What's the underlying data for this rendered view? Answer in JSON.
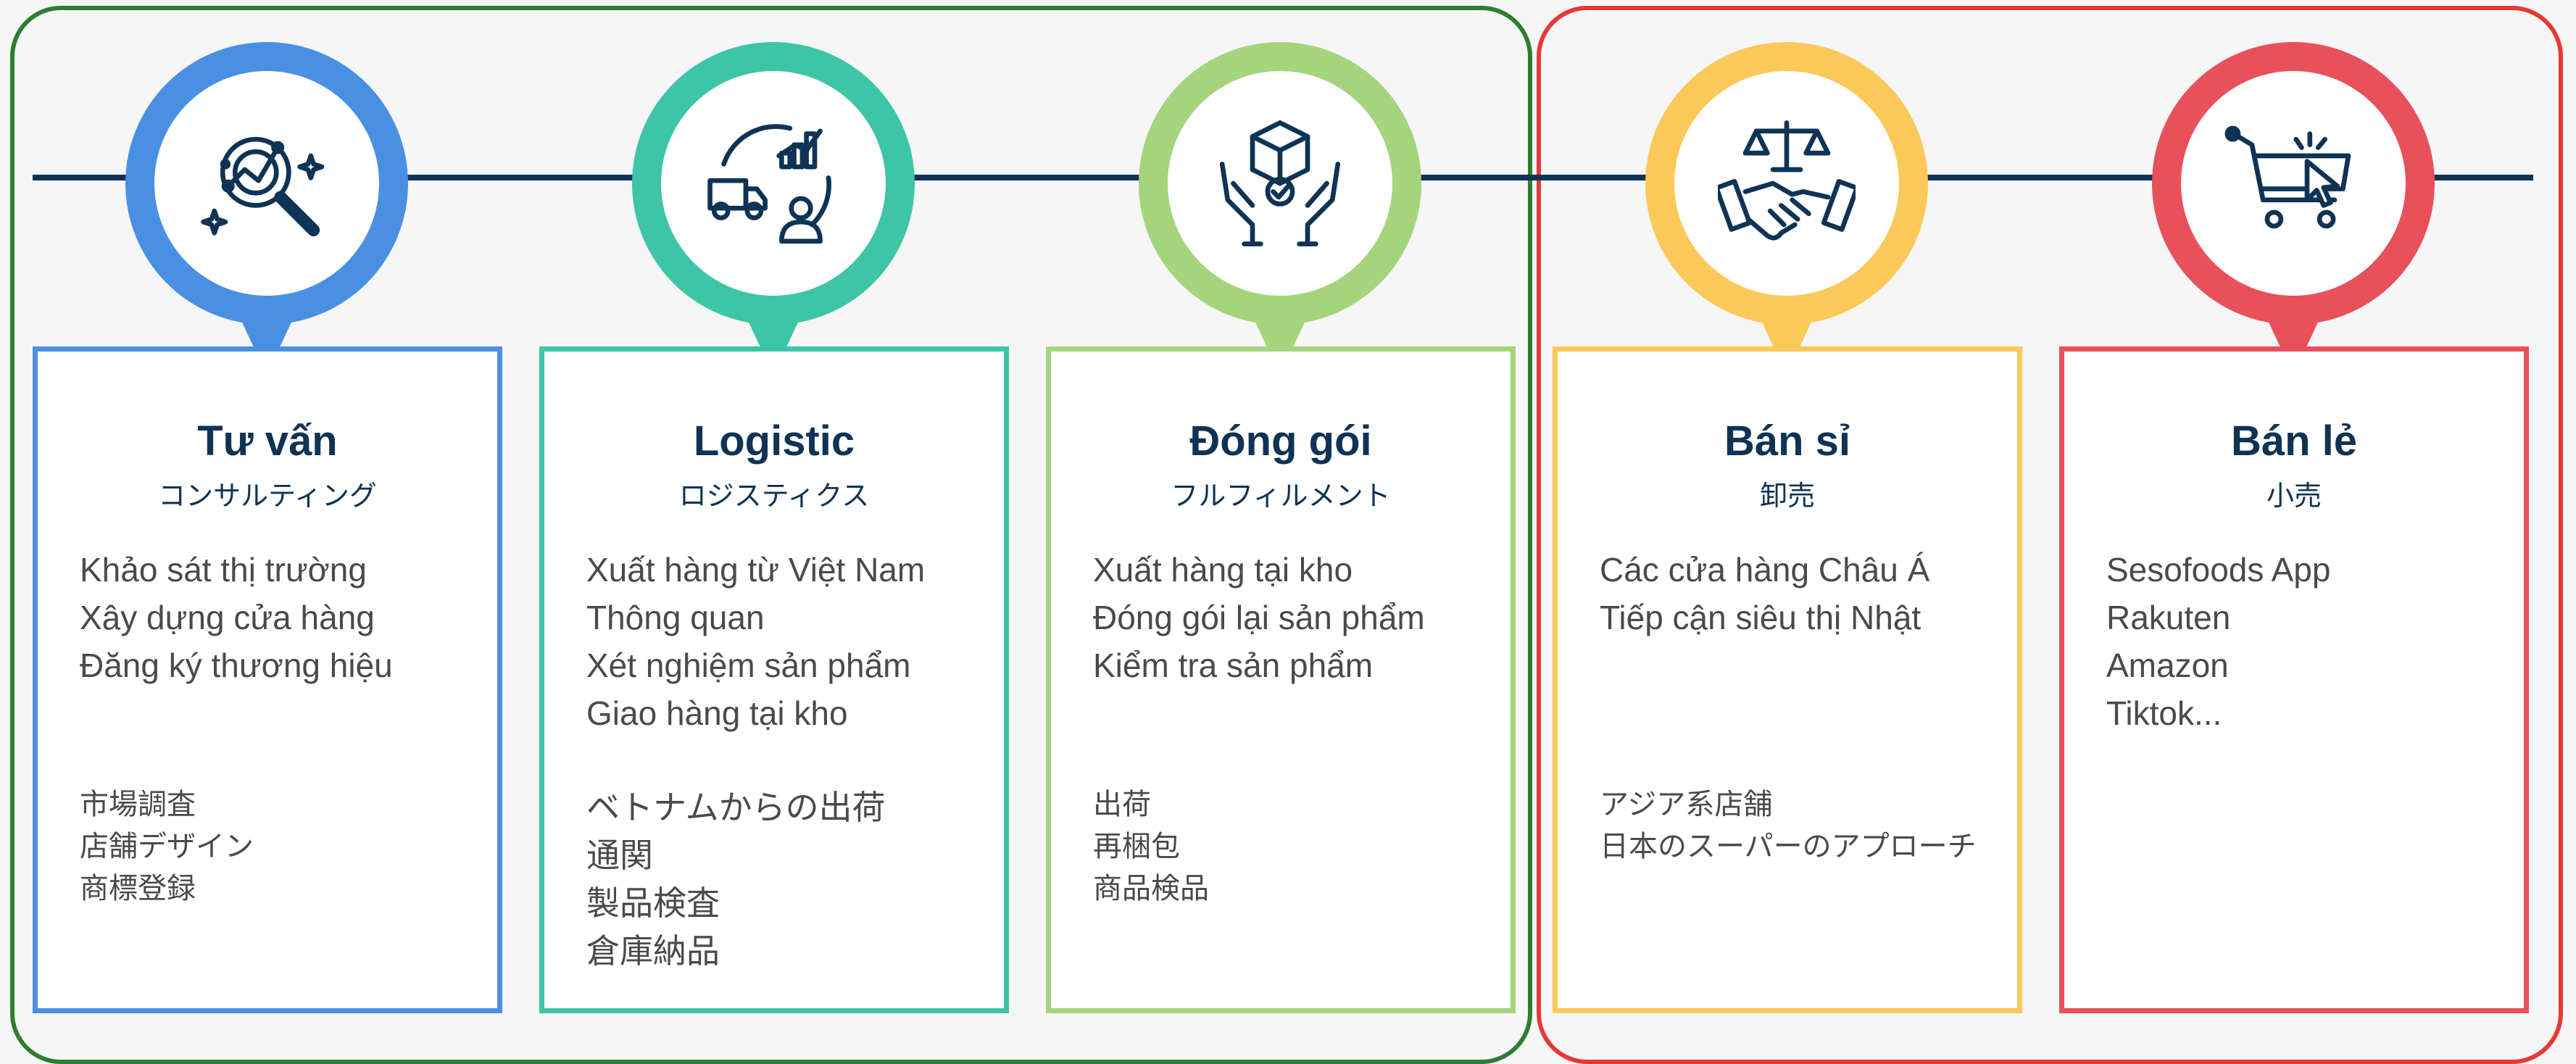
{
  "colors": {
    "left_group_border": "#2e7d32",
    "right_group_border": "#e53935",
    "timeline": "#0f3354",
    "title_text": "#0f3354",
    "body_text": "#4a4a4a"
  },
  "steps": [
    {
      "icon": "consulting-magnifier-icon",
      "color": "#4a90e2",
      "title": "Tư vấn",
      "subtitle": "コンサルティング",
      "items_vi": [
        "Khảo sát thị trường",
        "Xây dựng cửa hàng",
        "Đăng ký thương hiệu"
      ],
      "items_ja": [
        "市場調査",
        "店舗デザイン",
        "商標登録"
      ]
    },
    {
      "icon": "logistics-truck-icon",
      "color": "#3ec5a5",
      "title": "Logistic",
      "subtitle": "ロジスティクス",
      "items_vi": [
        "Xuất hàng từ Việt Nam",
        "Thông quan",
        "Xét nghiệm sản phẩm",
        "Giao hàng tại kho"
      ],
      "items_ja": [
        "ベトナムからの出荷",
        "通関",
        "製品検査",
        "倉庫納品"
      ]
    },
    {
      "icon": "packaging-box-hands-icon",
      "color": "#a5d47c",
      "title": "Đóng gói",
      "subtitle": "フルフィルメント",
      "items_vi": [
        "Xuất hàng tại kho",
        "Đóng gói lại sản phẩm",
        "Kiểm tra sản phẩm"
      ],
      "items_ja": [
        "出荷",
        "再梱包",
        "商品検品"
      ]
    },
    {
      "icon": "wholesale-handshake-icon",
      "color": "#fbc85a",
      "title": "Bán sỉ",
      "subtitle": "卸売",
      "items_vi": [
        "Các cửa hàng Châu Á",
        "Tiếp cận siêu thị Nhật"
      ],
      "items_ja": [
        "アジア系店舗",
        "日本のスーパーのアプローチ"
      ]
    },
    {
      "icon": "retail-cart-icon",
      "color": "#e8505b",
      "title": "Bán lẻ",
      "subtitle": "小売",
      "items_vi": [
        "Sesofoods App",
        "Rakuten",
        "Amazon",
        "Tiktok..."
      ],
      "items_ja": []
    }
  ]
}
